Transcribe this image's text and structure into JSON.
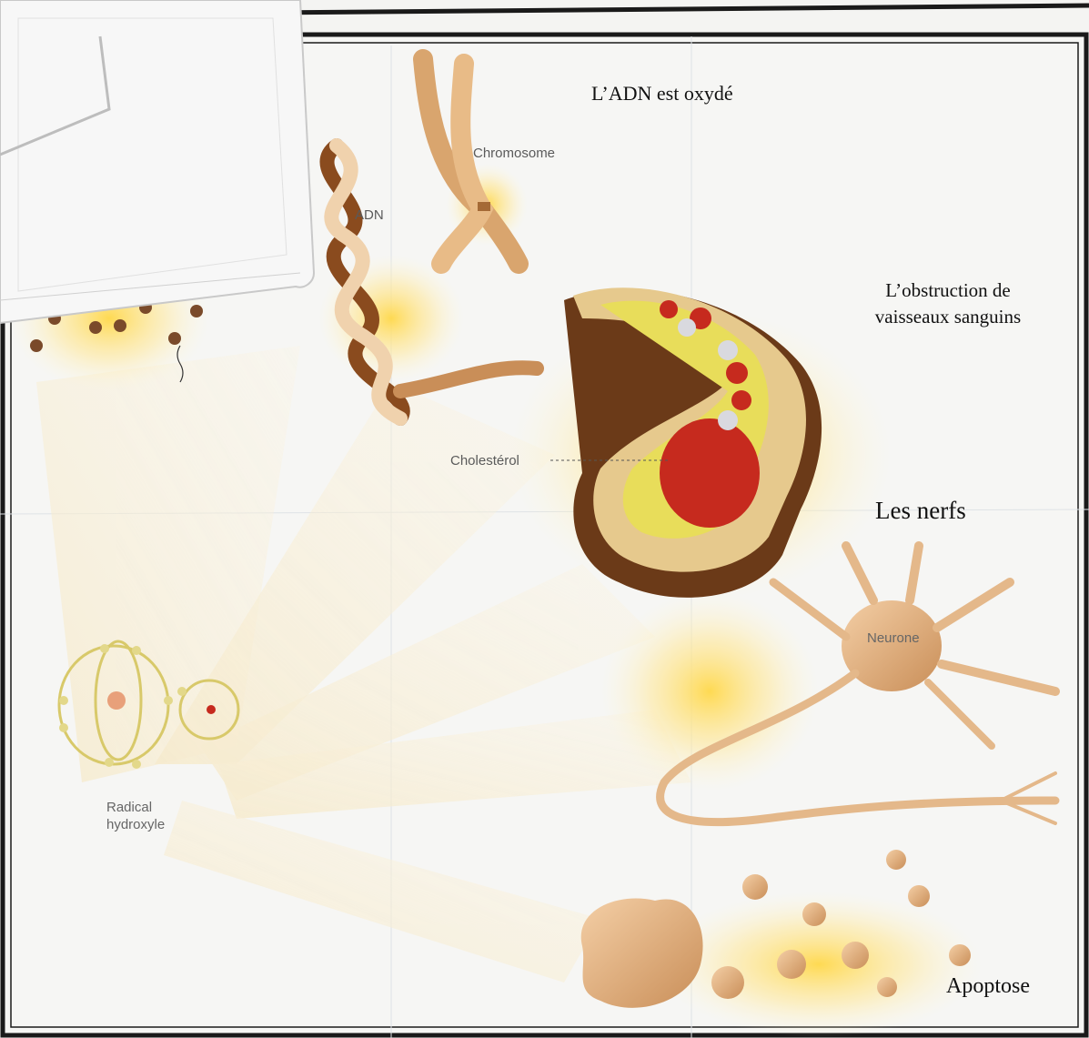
{
  "labels": {
    "dna_oxidized": "L’ADN est oxydé",
    "obstruction_line1": "L’obstruction de",
    "obstruction_line2": "vaisseaux sanguins",
    "nerves": "Les nerfs",
    "apoptosis": "Apoptose",
    "chromosome": "Chromosome",
    "dna": "ADN",
    "cholesterol": "Cholestérol",
    "neuron": "Neurone",
    "radical_line1": "Radical",
    "radical_line2": "hydroxyle"
  },
  "colors": {
    "frame": "#1a1a1a",
    "glow": "#ffd84a",
    "flesh": "#e8b98c",
    "flesh_dark": "#b9783f",
    "blood": "#c62a1e",
    "vessel_wall": "#d9a96b",
    "paper": "#f4f4f2"
  }
}
